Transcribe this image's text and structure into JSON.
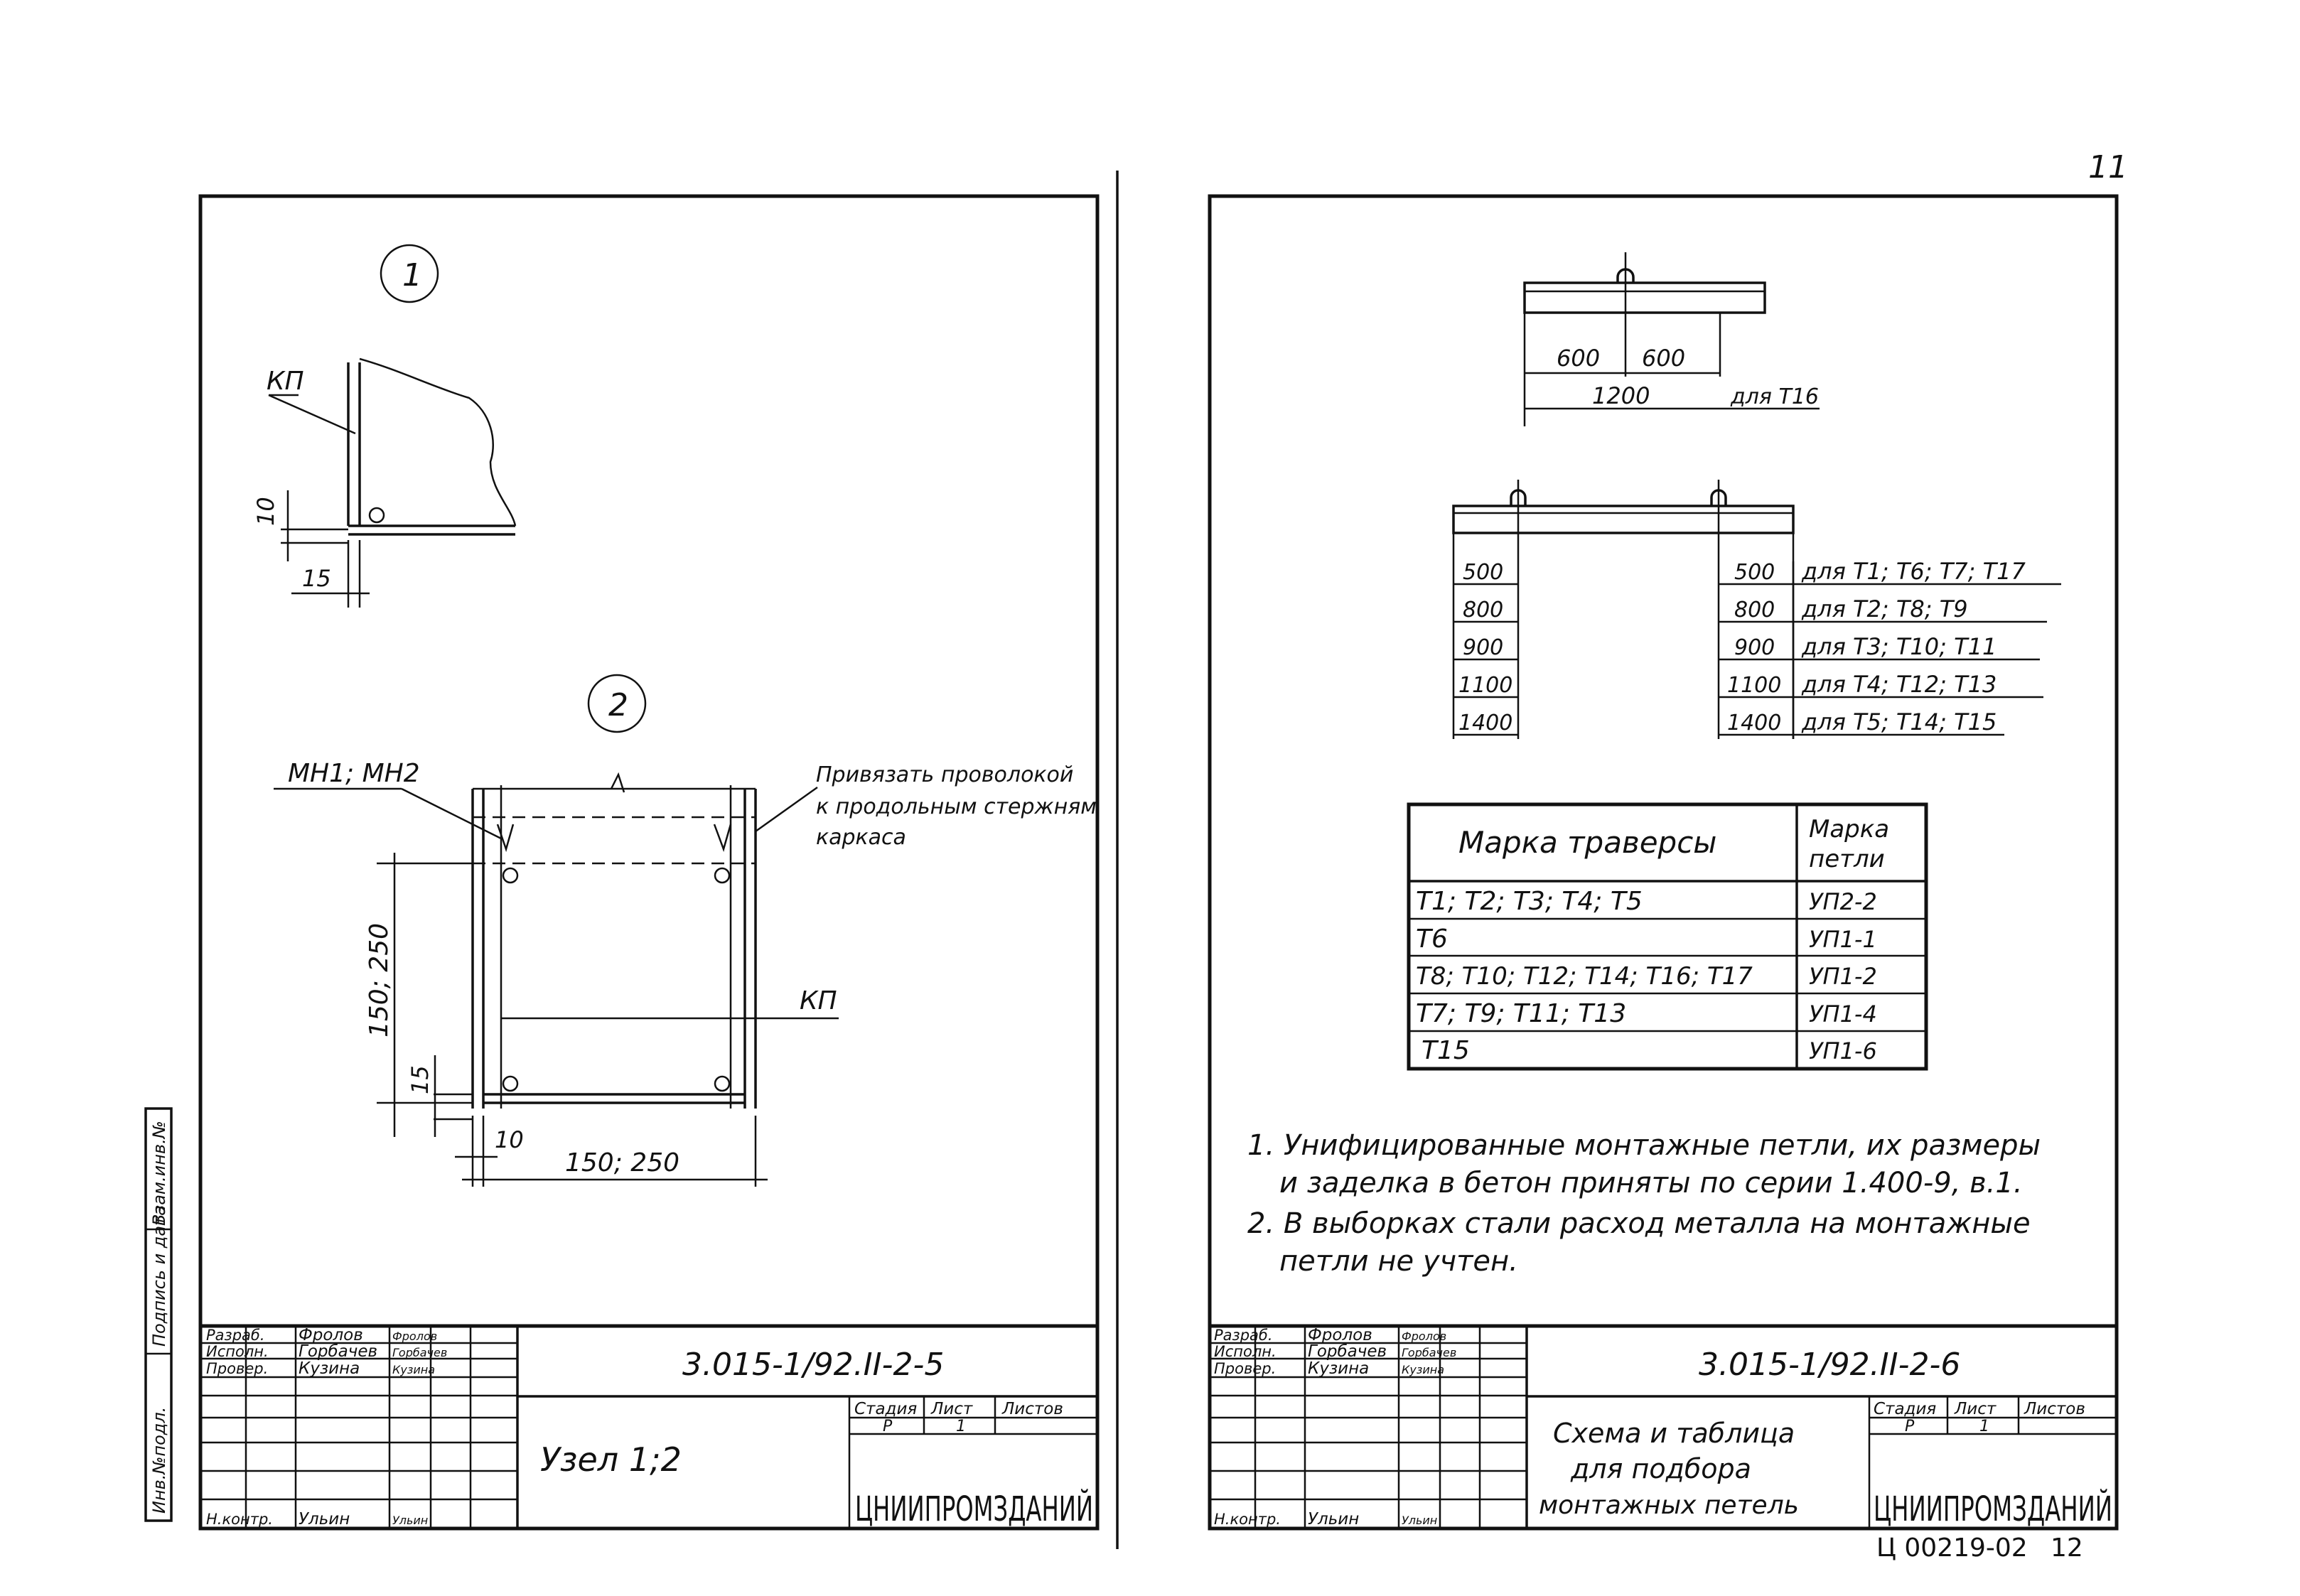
{
  "page_number": "11",
  "left_sheet": {
    "detail_1": {
      "marker": "1",
      "label_kp": "КП",
      "dim_10": "10",
      "dim_15": "15"
    },
    "detail_2": {
      "marker": "2",
      "label_mesh": "МН1; МН2",
      "note": [
        "Привязать проволокой",
        "к продольным стержням",
        "каркаса"
      ],
      "label_kp": "КП",
      "dim_height": "150; 250",
      "dim_15": "15",
      "dim_10": "10",
      "dim_width": "150; 250"
    },
    "side_stamp": [
      "Инв.№подл.",
      "Подпись и дата",
      "Взам.инв.№"
    ],
    "title_block": {
      "code": "3.015-1/92.II-2-5",
      "title": "Узел 1;2",
      "roles": [
        "Разраб.",
        "Исполн.",
        "Провер.",
        "Н.контр."
      ],
      "names": [
        "Фролов",
        "Горбачев",
        "Кузина",
        "Ульин"
      ],
      "signatures": [
        "Фролов",
        "Горбачев",
        "Кузина",
        "Ульин"
      ],
      "stage_header": "Стадия",
      "sheet_header": "Лист",
      "sheets_header": "Листов",
      "stage": "Р",
      "sheet": "1",
      "sheets": "",
      "org": "ЦНИИПРОМЗДАНИЙ"
    }
  },
  "right_sheet": {
    "traverse_top": {
      "dim_left": "600",
      "dim_right": "600",
      "dim_total": "1200",
      "note": "для Т16"
    },
    "traverse_bottom": {
      "rows": [
        {
          "left": "500",
          "right": "500",
          "note": "для Т1; Т6; Т7; Т17"
        },
        {
          "left": "800",
          "right": "800",
          "note": "для Т2; Т8; Т9"
        },
        {
          "left": "900",
          "right": "900",
          "note": "для Т3; Т10; Т11"
        },
        {
          "left": "1100",
          "right": "1100",
          "note": "для Т4; Т12; Т13"
        },
        {
          "left": "1400",
          "right": "1400",
          "note": "для Т5; Т14; Т15"
        }
      ]
    },
    "table": {
      "header_left": "Марка траверсы",
      "header_right": [
        "Марка",
        "петли"
      ],
      "rows": [
        {
          "traverse": "Т1; Т2; Т3; Т4; Т5",
          "loop": "УП2-2"
        },
        {
          "traverse": "Т6",
          "loop": "УП1-1"
        },
        {
          "traverse": "Т8; Т10; Т12; Т14; Т16; Т17",
          "loop": "УП1-2"
        },
        {
          "traverse": "Т7; Т9; Т11; Т13",
          "loop": "УП1-4"
        },
        {
          "traverse": "Т15",
          "loop": "УП1-6"
        }
      ]
    },
    "notes": [
      "1. Унифицированные монтажные петли, их размеры",
      "и заделка в бетон приняты по серии 1.400-9, в.1.",
      "2. В выборках стали расход металла на монтажные",
      "петли не учтен."
    ],
    "title_block": {
      "code": "3.015-1/92.II-2-6",
      "title": [
        "Схема и таблица",
        "для подбора",
        "монтажных петель"
      ],
      "roles": [
        "Разраб.",
        "Исполн.",
        "Провер.",
        "Н.контр."
      ],
      "names": [
        "Фролов",
        "Горбачев",
        "Кузина",
        "Ульин"
      ],
      "signatures": [
        "Фролов",
        "Горбачев",
        "Кузина",
        "Ульин"
      ],
      "stage_header": "Стадия",
      "sheet_header": "Лист",
      "sheets_header": "Листов",
      "stage": "Р",
      "sheet": "1",
      "sheets": "",
      "org": "ЦНИИПРОМЗДАНИЙ"
    },
    "footer_code": "Ц 00219-02",
    "footer_page": "12"
  }
}
